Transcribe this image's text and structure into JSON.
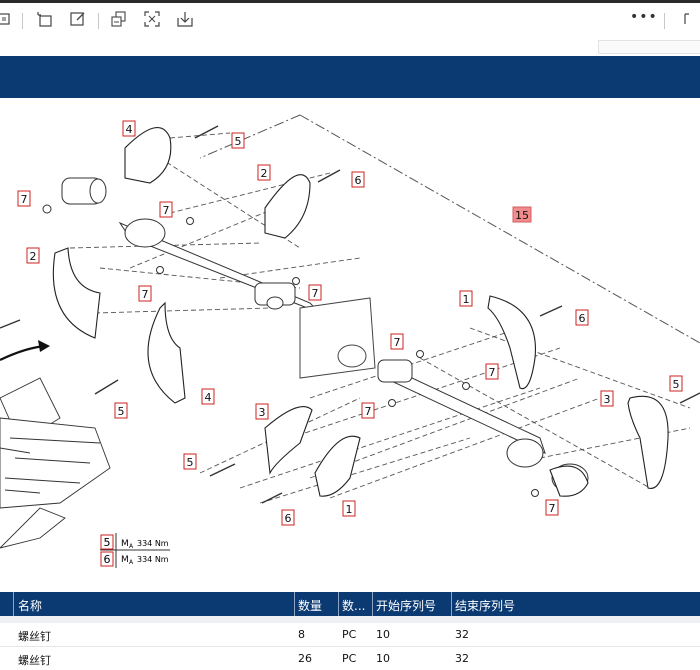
{
  "toolbar": {
    "icons": [
      "list-icon",
      "rotate-icon",
      "edit-icon",
      "multi-select-icon",
      "fit-screen-icon",
      "download-icon"
    ],
    "more_label": "•••"
  },
  "diagram": {
    "callouts": [
      "4",
      "5",
      "2",
      "6",
      "7",
      "7",
      "2",
      "7",
      "7",
      "15",
      "1",
      "6",
      "7",
      "7",
      "4",
      "5",
      "7",
      "3",
      "3",
      "5",
      "6",
      "1",
      "7",
      "5"
    ],
    "torque_table": [
      {
        "item": "5",
        "label": "M",
        "sub": "A",
        "value": "334 Nm"
      },
      {
        "item": "6",
        "label": "M",
        "sub": "A",
        "value": "334 Nm"
      }
    ]
  },
  "table": {
    "headers": [
      "名称",
      "数量",
      "数...",
      "开始序列号",
      "结束序列号"
    ],
    "rows": [
      {
        "name": "螺丝钉",
        "qty": "8",
        "unit": "PC",
        "start": "10",
        "end": "32"
      },
      {
        "name": "螺丝钉",
        "qty": "26",
        "unit": "PC",
        "start": "10",
        "end": "32"
      }
    ]
  },
  "colors": {
    "banner": "#0b3a72",
    "callout_border": "#cc2222",
    "highlight": "#f28b8b"
  }
}
